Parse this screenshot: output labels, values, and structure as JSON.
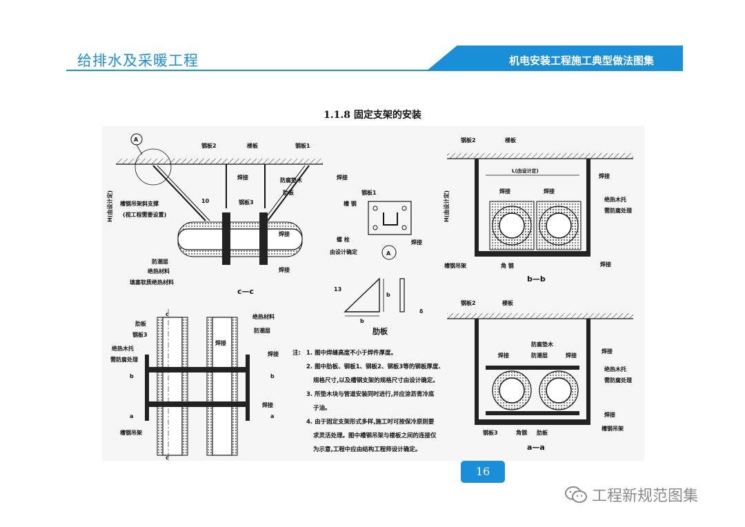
{
  "header": {
    "left_title": "给排水及采暖工程",
    "right_title": "机电安装工程施工典型做法图集",
    "accent_color": "#1a8fd8"
  },
  "page_title": "1.1.8 固定支架的安装",
  "page_number": "16",
  "watermark": {
    "icon": "wechat-icon",
    "text": "工程新规范图集"
  },
  "drawing": {
    "detail_a_marker": "A",
    "cc": {
      "steel_plate_2": "钢板2",
      "floor_slab": "楼板",
      "steel_plate_1": "钢板1",
      "weld_1": "焊接",
      "anticorrosion_pad": "防腐垫木",
      "rib": "肋板",
      "dim_10": "10",
      "steel_plate_3": "钢板3",
      "brace_line1": "槽钢吊架斜支撑",
      "brace_line2": "(视工程需要设置)",
      "h_label": "H(由设计定)",
      "weld_2": "焊接",
      "moisture_layer": "防潮层",
      "insulation": "绝热材料",
      "soft_insulation": "填塞软质绝热材料",
      "weld_3": "焊接",
      "section_title": "c—c"
    },
    "detail_a": {
      "steel_plate_1": "钢板1",
      "channel": "槽 钢",
      "bolt": "螺 栓",
      "by_design": "由设计确定",
      "weld": "焊接",
      "marker": "A"
    },
    "rib_plate": {
      "dim_13": "13",
      "dim_b1": "b",
      "dim_b2": "b",
      "dim_delta": "δ",
      "title": "肋板"
    },
    "bb": {
      "steel_plate_2": "钢板2",
      "floor_slab": "楼板",
      "l_label": "L(由设计定)",
      "weld_1": "焊接",
      "weld_2": "焊接",
      "weld_3": "焊接",
      "wood_line1": "绝热木托",
      "wood_line2": "需防腐处理",
      "h_label": "H(由设计定)",
      "channel_hanger": "槽钢吊架",
      "angle_steel": "角 钢",
      "weld_4": "焊接",
      "section_title": "b—b"
    },
    "elevation": {
      "c_top": "c",
      "c_bottom": "c",
      "insulation": "绝热材料",
      "moisture_layer": "防潮层",
      "rib": "肋板",
      "steel_plate_3": "钢板3",
      "weld_1": "焊接",
      "weld_2": "焊接",
      "wood_line1": "绝热木托",
      "wood_line2": "需防腐处理",
      "b_left": "b",
      "b_right": "b",
      "a_left": "a",
      "a_right": "a",
      "weld_3": "焊接",
      "channel_hanger": "槽钢吊架"
    },
    "notes": {
      "label": "注:",
      "lines": [
        "1. 图中焊缝高度不小于焊件厚度。",
        "2. 图中肋板、钢板1、钢板2、钢板3等的钢板厚度、",
        "规格尺寸,以及槽钢支架的规格尺寸由设计确定。",
        "3. 所垫木块与管道安装同时进行,并应涂沥青冷底",
        "子油。",
        "4. 由于固定支架形式多样,施工时可按保冷原则要",
        "求灵活处理。图中槽钢吊架与楼板之间的连接仅",
        "为示意,工程中应由结构工程师设计确定。"
      ]
    },
    "aa": {
      "steel_plate_2": "钢板2",
      "floor_slab": "楼板",
      "anticorrosion_pad": "防腐垫木",
      "weld_1": "焊接",
      "moisture_layer": "防潮层",
      "weld_2": "焊接",
      "weld_3": "焊接",
      "wood_line1": "绝热木托",
      "wood_line2": "需防腐处理",
      "weld_4": "焊接",
      "steel_plate_3": "钢板3",
      "angle_steel": "角钢",
      "rib": "肋板",
      "channel_hanger": "槽钢吊架",
      "section_title": "a—a"
    }
  }
}
